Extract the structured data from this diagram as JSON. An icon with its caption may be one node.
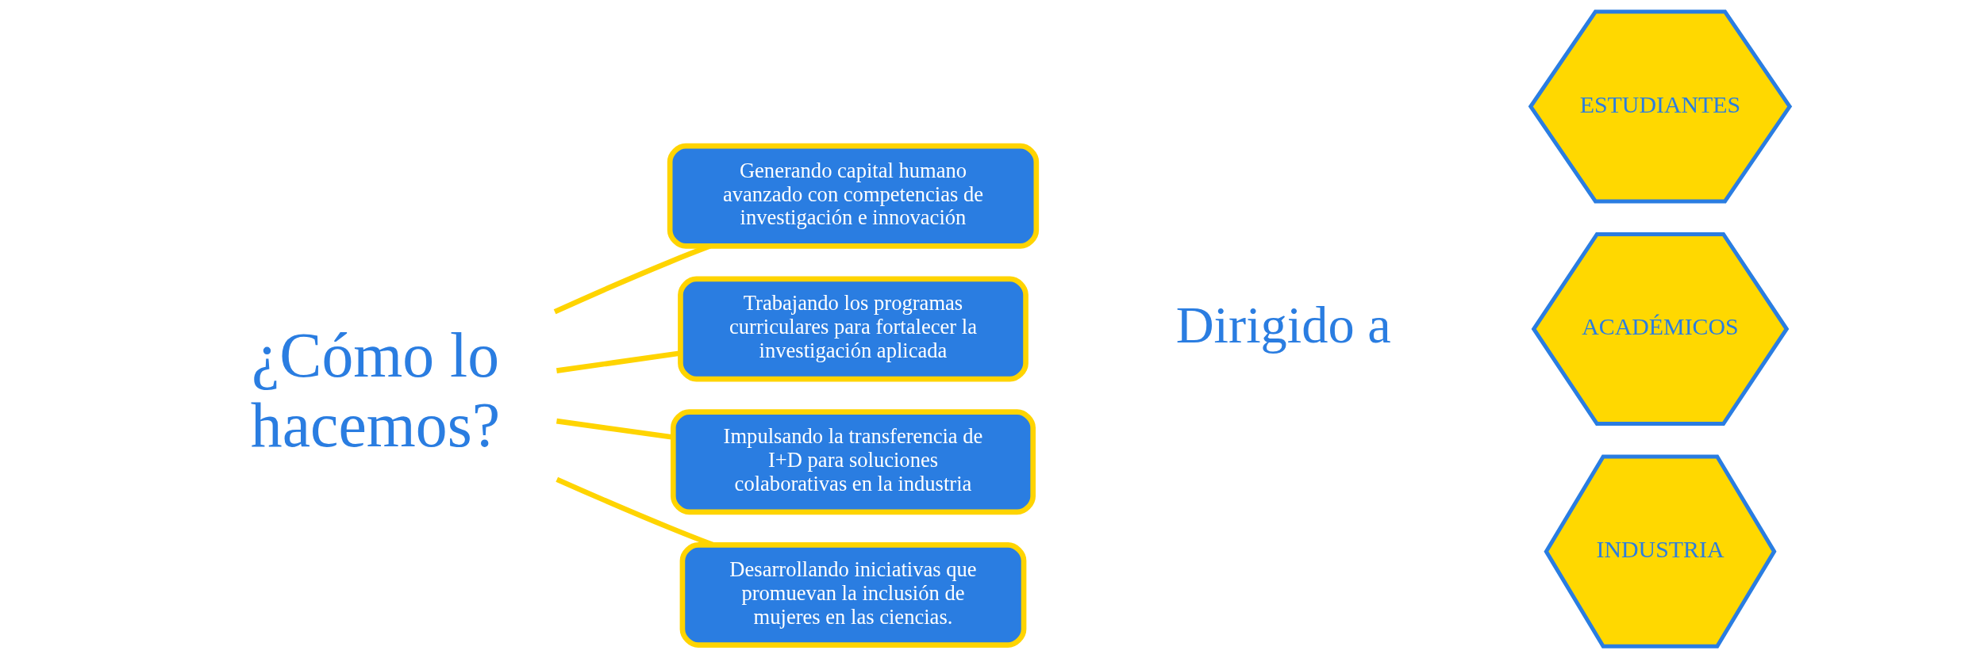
{
  "diagram": {
    "nodes": [
      {
        "text": [
          "¿Cómo lo hacemos?"
        ]
      },
      {
        "text": [
          "Generando capital humano avanzado con competencias de investigación e innovación"
        ]
      },
      {
        "text": [
          "Trabajando los programas curriculares para fortalecer la investigación aplicada"
        ]
      },
      {
        "text": [
          "Impulsando la transferencia de I+D para soluciones colaborativas en la industria"
        ]
      },
      {
        "text": [
          "Desarrollando iniciativas que promuevan la inclusión de mujeres en las ciencias."
        ]
      },
      {
        "text": [
          "ESTUDIANTES"
        ]
      },
      {
        "text": [
          "ACADÉMICOS"
        ]
      },
      {
        "text": [
          "INDUSTRIA"
        ]
      }
    ],
    "edges": [
      {
        "from": 0,
        "to": 1,
        "arrow": "none"
      },
      {
        "from": 0,
        "to": 2,
        "arrow": "none"
      },
      {
        "from": 0,
        "to": 3,
        "arrow": "none"
      },
      {
        "from": 0,
        "to": 4,
        "arrow": "none"
      }
    ],
    "labels": [
      "Dirigido a"
    ]
  }
}
